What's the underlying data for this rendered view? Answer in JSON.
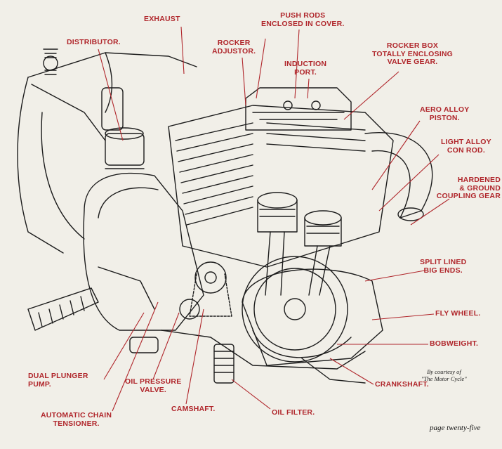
{
  "labels": {
    "exhaust": "EXHAUST",
    "push_rods": [
      "PUSH RODS",
      "ENCLOSED IN COVER."
    ],
    "distributor": "DISTRIBUTOR.",
    "rocker_adjustor": [
      "ROCKER",
      "ADJUSTOR."
    ],
    "induction_port": [
      "INDUCTION",
      "PORT."
    ],
    "rocker_box": [
      "ROCKER BOX",
      "TOTALLY ENCLOSING",
      "VALVE GEAR."
    ],
    "aero_alloy_piston": [
      "AERO ALLOY",
      "PISTON."
    ],
    "light_alloy_con_rod": [
      "LIGHT ALLOY",
      "CON ROD."
    ],
    "coupling_gear": [
      "HARDENED",
      "& GROUND",
      "COUPLING GEAR"
    ],
    "split_lined_big_ends": [
      "SPLIT LINED",
      "BIG ENDS."
    ],
    "fly_wheel": "FLY WHEEL.",
    "bobweight": "BOBWEIGHT.",
    "crankshaft": "CRANKSHAFT.",
    "oil_filter": "OIL FILTER.",
    "camshaft": "CAMSHAFT.",
    "oil_pressure_valve": [
      "OIL PRESSURE",
      "VALVE."
    ],
    "dual_plunger_pump": [
      "DUAL PLUNGER",
      "PUMP."
    ],
    "automatic_chain_tensioner": [
      "AUTOMATIC CHAIN",
      "TENSIONER."
    ]
  },
  "courtesy": [
    "By courtesy of",
    "\"The Motor Cycle\""
  ],
  "page_number": "page twenty-five",
  "colors": {
    "label": "#b0262b",
    "ink": "#1c1c1c",
    "paper": "#f1efe8"
  }
}
